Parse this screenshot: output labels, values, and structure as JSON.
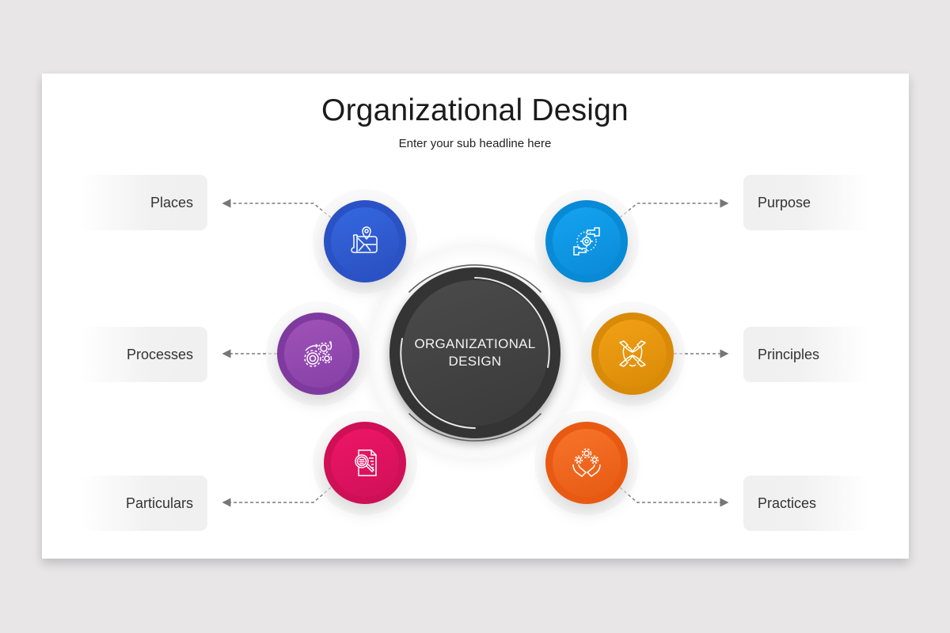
{
  "header": {
    "title": "Organizational Design",
    "subtitle": "Enter your sub headline here"
  },
  "hub": {
    "line1": "ORGANIZATIONAL",
    "line2": "DESIGN",
    "color": "#3a3a3a"
  },
  "nodes": [
    {
      "label": "Places",
      "side": "left",
      "icon": "map-location-icon",
      "color": "#2f5bd3"
    },
    {
      "label": "Processes",
      "side": "left",
      "icon": "gears-process-icon",
      "color": "#8e44ad"
    },
    {
      "label": "Particulars",
      "side": "left",
      "icon": "document-search-icon",
      "color": "#e0115f"
    },
    {
      "label": "Purpose",
      "side": "right",
      "icon": "target-hands-icon",
      "color": "#0a98e8"
    },
    {
      "label": "Principles",
      "side": "right",
      "icon": "teamwork-hands-icon",
      "color": "#e8950a"
    },
    {
      "label": "Practices",
      "side": "right",
      "icon": "hands-gears-icon",
      "color": "#f0601a"
    }
  ]
}
